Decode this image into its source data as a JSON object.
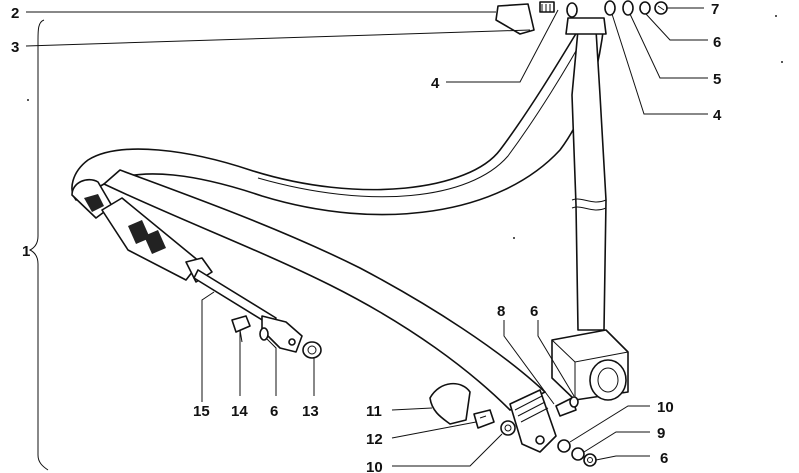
{
  "diagram": {
    "callouts": {
      "c2": "2",
      "c3": "3",
      "c4a": "4",
      "c7": "7",
      "c6a": "6",
      "c5": "5",
      "c4b": "4",
      "c1": "1",
      "c8": "8",
      "c6b": "6",
      "c15": "15",
      "c14": "14",
      "c6c": "6",
      "c13": "13",
      "c11": "11",
      "c12": "12",
      "c10a": "10",
      "c10b": "10",
      "c9": "9",
      "c6d": "6"
    }
  }
}
